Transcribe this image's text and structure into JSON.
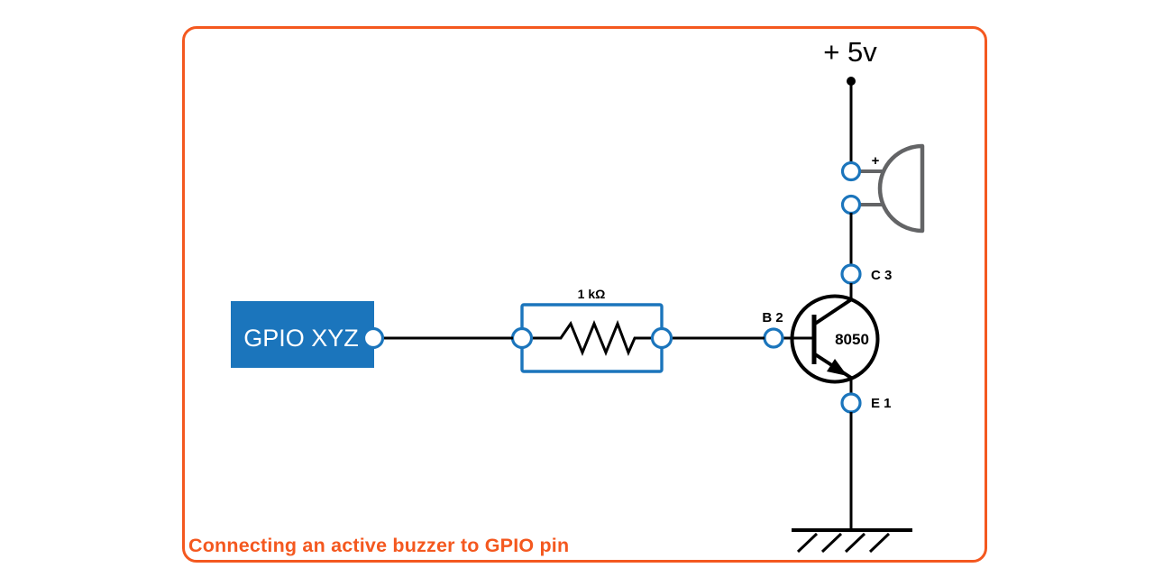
{
  "colors": {
    "blue": "#1B75BC",
    "orange": "#F4581F",
    "gray": "#636466",
    "black": "#000000",
    "white": "#FFFFFF"
  },
  "labels": {
    "power": "+ 5v",
    "buzzer_plus": "+",
    "collector": "C 3",
    "base": "B 2",
    "emitter": "E 1",
    "transistor": "8050",
    "resistor": "1 kΩ",
    "gpio": "GPIO XYZ"
  },
  "caption": "Connecting an active buzzer to GPIO pin"
}
